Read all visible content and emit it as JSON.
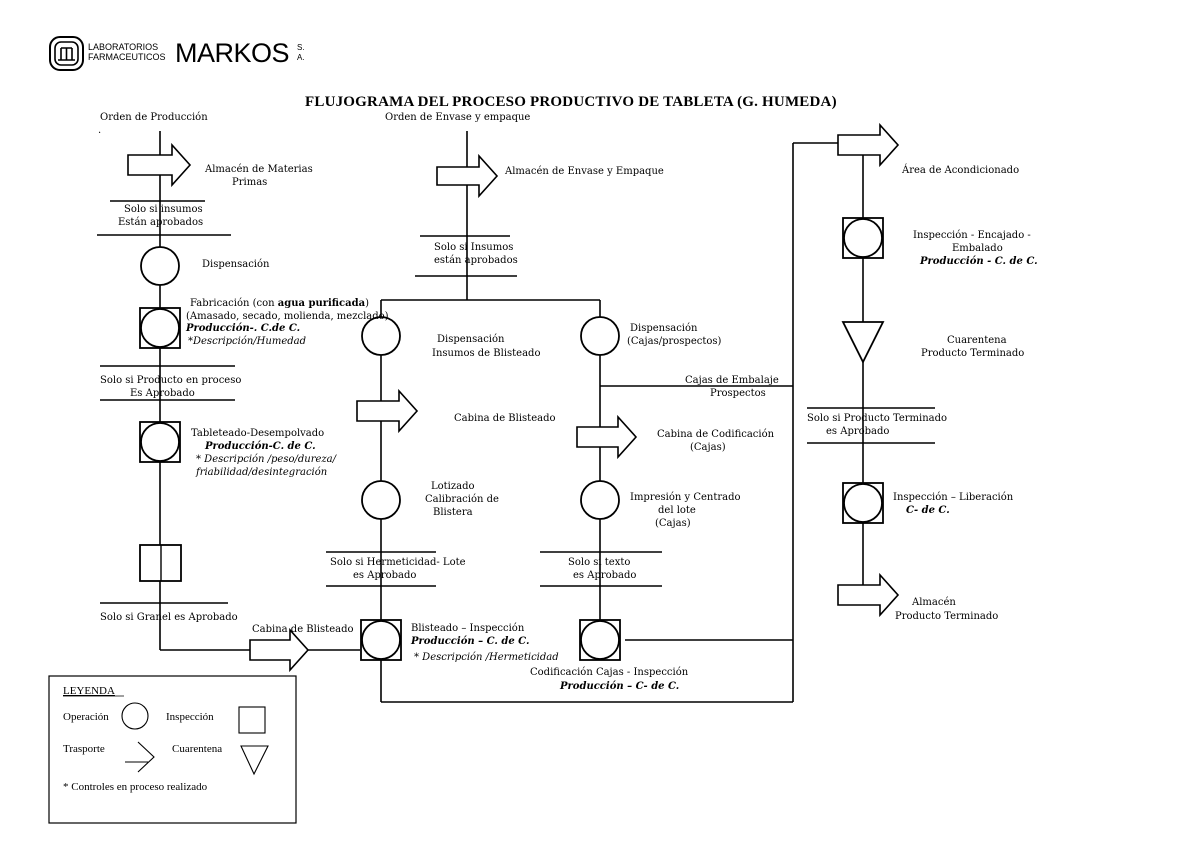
{
  "header": {
    "logo_line1": "LABORATORIOS",
    "logo_line2": "FARMACEUTICOS",
    "logo_brand": "MARKOS",
    "logo_s": "S.",
    "logo_a": "A.",
    "title": "FLUJOGRAMA DEL PROCESO PRODUCTIVO DE TABLETA (G. HUMEDA)"
  },
  "col1": {
    "start": "Orden de Producción",
    "dot": ".",
    "almacen_1": "Almacén de Materias",
    "almacen_2": "Primas",
    "gate1_1": "Solo si insumos",
    "gate1_2": "Están aprobados",
    "dispensacion": "Dispensación",
    "fab_pre": "Fabricación (con ",
    "fab_bold": "agua purificada",
    "fab_post": ")",
    "fab_2": "(Amasado, secado, molienda, mezclado)",
    "fab_3": "Producción-. C.de C.",
    "fab_4": "*Descripción/Humedad",
    "gate2_1": "Solo si Producto en proceso",
    "gate2_2": "Es Aprobado",
    "tab_1": "Tableteado-Desempolvado",
    "tab_2": "Producción-C. de C.",
    "tab_3": "* Descripción /peso/dureza/",
    "tab_4": "friabilidad/desintegración",
    "gate3": "Solo si Granel es Aprobado",
    "cabina": "Cabina de Blisteado"
  },
  "col2": {
    "start": "Orden de Envase y empaque",
    "almacen": "Almacén de Envase y Empaque",
    "gate_1": "Solo si Insumos",
    "gate_2": "están aprobados",
    "disp_1": "Dispensación",
    "disp_2": "Insumos de Blisteado",
    "cabina": "Cabina de Blisteado",
    "lot_1": "Lotizado",
    "lot_2": "Calibración de",
    "lot_3": "Blistera",
    "gate2_1": "Solo si Hermeticidad- Lote",
    "gate2_2": "es Aprobado",
    "blis_1": "Blisteado – Inspección",
    "blis_2": "Producción – C. de C.",
    "blis_3": "* Descripción /Hermeticidad"
  },
  "col3": {
    "disp_1": "Dispensación",
    "disp_2": "(Cajas/prospectos)",
    "cajas_1": "Cajas de Embalaje",
    "cajas_2": "Prospectos",
    "cab_1": "Cabina de Codificación",
    "cab_2": "(Cajas)",
    "imp_1": "Impresión y  Centrado",
    "imp_2": "del lote",
    "imp_3": "(Cajas)",
    "gate_1": "Solo si texto",
    "gate_2": "es Aprobado",
    "cod_1": "Codificación Cajas -   Inspección",
    "cod_2": "Producción – C- de C."
  },
  "col4": {
    "area": "Área de Acondicionado",
    "insp_1": "Inspección - Encajado -",
    "insp_2": "Embalado",
    "insp_3": "Producción  - C. de C.",
    "cuar_1": "Cuarentena",
    "cuar_2": "Producto Terminado",
    "gate_1": "Solo si  Producto Terminado",
    "gate_2": "es Aprobado",
    "lib_1": "Inspección – Liberación",
    "lib_2": "C- de C.",
    "alm_1": "Almacén",
    "alm_2": "Producto Terminado"
  },
  "legend": {
    "title": "LEYENDA",
    "operacion": "Operación",
    "inspeccion": "Inspección",
    "transporte": "Trasporte",
    "cuarentena": "Cuarentena",
    "note": "*  Controles en proceso realizado"
  }
}
